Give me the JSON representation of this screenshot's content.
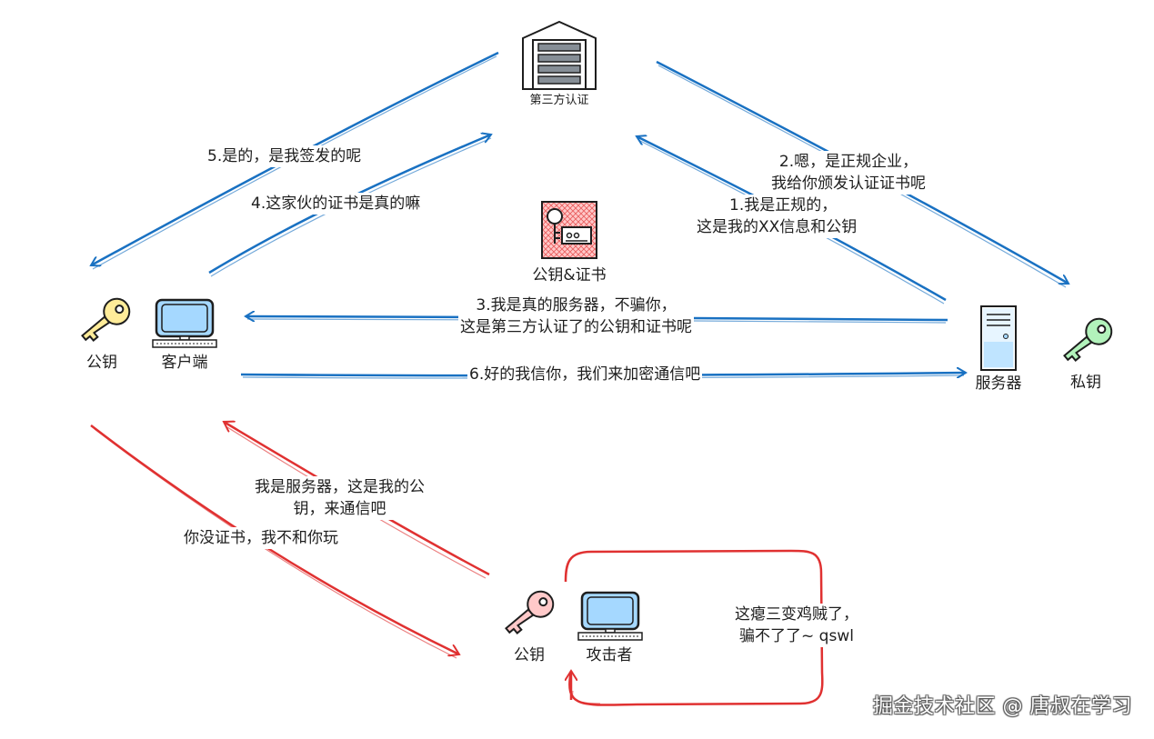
{
  "nodes": {
    "ca": "第三方认证",
    "client_key": "公钥",
    "client": "客户端",
    "server": "服务器",
    "server_key": "私钥",
    "cert": "公钥&证书",
    "attacker_key": "公钥",
    "attacker": "攻击者"
  },
  "steps": {
    "s1_line1": "1.我是正规的，",
    "s1_line2": "这是我的XX信息和公钥",
    "s2_line1": "2.嗯，是正规企业，",
    "s2_line2": "我给你颁发认证证书呢",
    "s3_line1": "3.我是真的服务器，不骗你，",
    "s3_line2": "这是第三方认证了的公钥和证书呢",
    "s4": "4.这家伙的证书是真的嘛",
    "s5": "5.是的，是我签发的呢",
    "s6": "6.好的我信你，我们来加密通信吧"
  },
  "attack": {
    "claim_line1": "我是服务器，这是我的公",
    "claim_line2": "钥，来通信吧",
    "reject": "你没证书，我不和你玩",
    "note_line1": "这瘪三变鸡贼了，",
    "note_line2": "骗不了了~ qswl"
  },
  "watermark": "掘金技术社区 @ 唐叔在学习",
  "colors": {
    "blue": "#1971c2",
    "red": "#e03131",
    "key_yellow": "#ffec99",
    "key_green": "#b2f2bb",
    "key_red": "#ffc9c9",
    "monitor": "#a5d8ff"
  }
}
